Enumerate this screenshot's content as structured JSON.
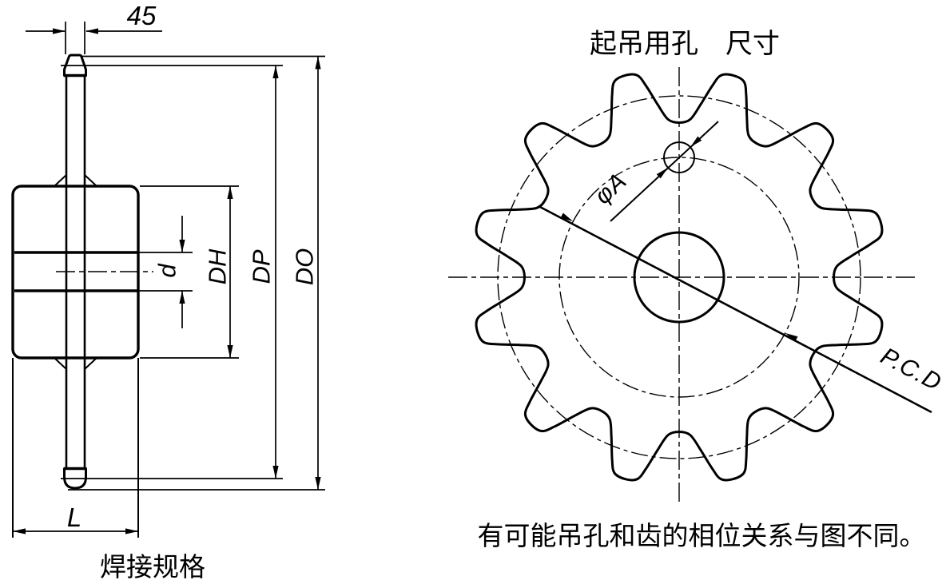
{
  "drawing": {
    "background_color": "#ffffff",
    "line_color": "#000000"
  },
  "side_view": {
    "caption": "焊接规格",
    "dims": {
      "plate_thickness": "45",
      "bore_diameter": "d",
      "hub_diameter": "DH",
      "pitch_diameter": "DP",
      "outer_diameter": "DO",
      "hub_length": "L"
    }
  },
  "front_view": {
    "title": "起吊用孔　尺寸",
    "dims": {
      "lifting_hole_diameter": "φA",
      "hole_pitch_circle": "P.C.D"
    },
    "note": "有可能吊孔和齿的相位关系与图不同。"
  }
}
